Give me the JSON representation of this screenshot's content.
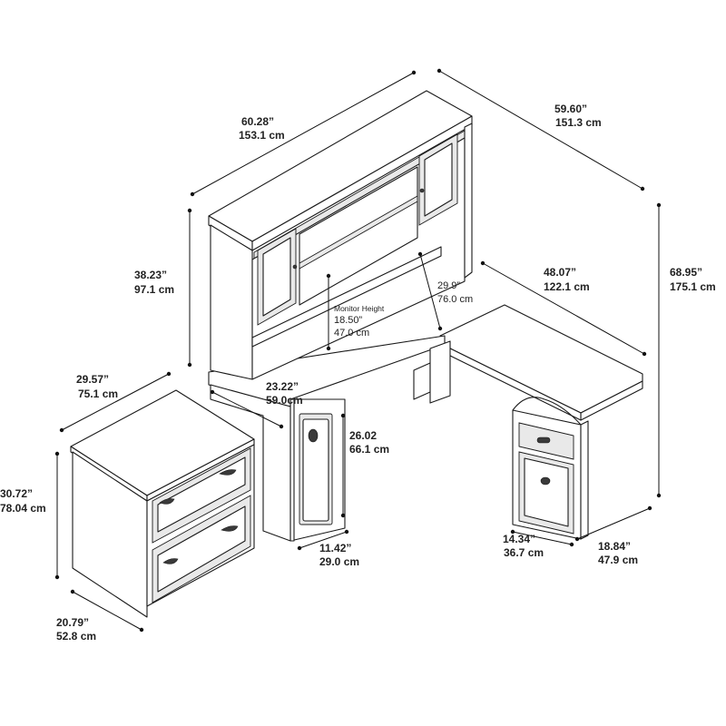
{
  "dimensions": {
    "hutch_width": {
      "imperial": "60.28”",
      "metric": "153.1 cm"
    },
    "overall_width": {
      "imperial": "59.60”",
      "metric": "151.3 cm"
    },
    "hutch_height": {
      "imperial": "38.23”",
      "metric": "97.1 cm"
    },
    "overall_height": {
      "imperial": "68.95”",
      "metric": "175.1 cm"
    },
    "return_length": {
      "imperial": "48.07”",
      "metric": "122.1 cm"
    },
    "desk_height": {
      "imperial": "29.9”",
      "metric": "76.0 cm"
    },
    "monitor_height": {
      "title": "Monitor Height",
      "imperial": "18.50”",
      "metric": "47.0 cm"
    },
    "file_width": {
      "imperial": "29.57”",
      "metric": "75.1 cm"
    },
    "kneehole_width": {
      "imperial": "23.22”",
      "metric": "59.0cm"
    },
    "kneehole_height": {
      "imperial": "26.02",
      "metric": "66.1 cm"
    },
    "file_height": {
      "imperial": "30.72”",
      "metric": "78.04 cm"
    },
    "pedestal_depth": {
      "imperial": "11.42”",
      "metric": "29.0 cm"
    },
    "drawer_width": {
      "imperial": "14.34”",
      "metric": "36.7 cm"
    },
    "return_depth": {
      "imperial": "18.84”",
      "metric": "47.9 cm"
    },
    "file_depth": {
      "imperial": "20.79”",
      "metric": "52.8 cm"
    }
  }
}
